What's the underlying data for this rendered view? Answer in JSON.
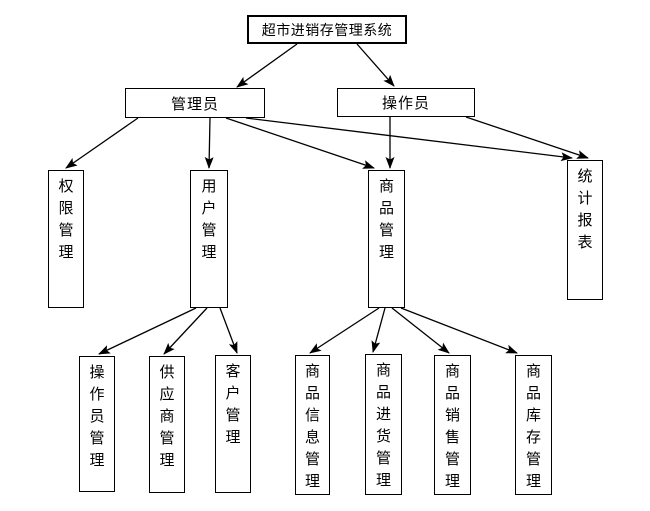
{
  "diagram": {
    "background_color": "#ffffff",
    "line_color": "#000000",
    "text_color": "#000000",
    "nodes": {
      "root": {
        "label": "超市进销存管理系统"
      },
      "admin": {
        "label": "管理员"
      },
      "operator": {
        "label": "操作员"
      },
      "perm": {
        "label": "权限管理"
      },
      "user": {
        "label": "用户管理"
      },
      "goods": {
        "label": "商品管理"
      },
      "stats": {
        "label": "统计报表"
      },
      "opmgmt": {
        "label": "操作员管理"
      },
      "supplier": {
        "label": "供应商管理"
      },
      "customer": {
        "label": "客户管理"
      },
      "info": {
        "label": "商品信息管理"
      },
      "purchase": {
        "label": "商品进货管理"
      },
      "sales": {
        "label": "商品销售管理"
      },
      "inventory": {
        "label": "商品库存管理"
      }
    },
    "edges": [
      {
        "from": "超市进销存管理系统",
        "to": "管理员"
      },
      {
        "from": "超市进销存管理系统",
        "to": "操作员"
      },
      {
        "from": "管理员",
        "to": "权限管理"
      },
      {
        "from": "管理员",
        "to": "用户管理"
      },
      {
        "from": "管理员",
        "to": "商品管理"
      },
      {
        "from": "管理员",
        "to": "统计报表"
      },
      {
        "from": "操作员",
        "to": "商品管理"
      },
      {
        "from": "操作员",
        "to": "统计报表"
      },
      {
        "from": "用户管理",
        "to": "操作员管理"
      },
      {
        "from": "用户管理",
        "to": "供应商管理"
      },
      {
        "from": "用户管理",
        "to": "客户管理"
      },
      {
        "from": "商品管理",
        "to": "商品信息管理"
      },
      {
        "from": "商品管理",
        "to": "商品进货管理"
      },
      {
        "from": "商品管理",
        "to": "商品销售管理"
      },
      {
        "from": "商品管理",
        "to": "商品库存管理"
      }
    ]
  }
}
